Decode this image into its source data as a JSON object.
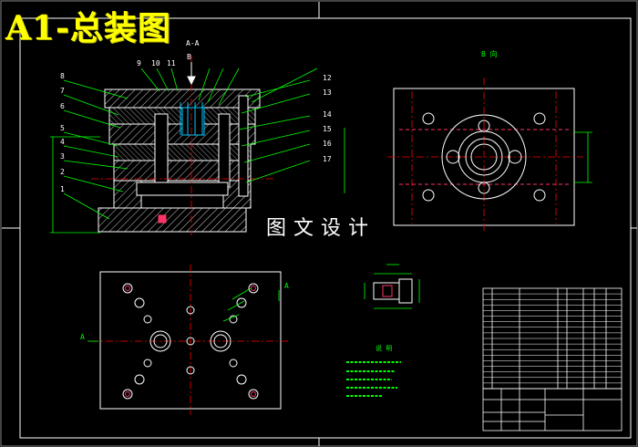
{
  "page_title": "A1-总装图",
  "watermark": "图文设计",
  "section_label_main": "A-A",
  "section_label_b": "B 向",
  "arrow_label_b": "B",
  "view_labels": {
    "a_left": "A",
    "a_right": "A"
  },
  "top_part_numbers": [
    "9",
    "10",
    "11"
  ],
  "left_part_numbers": [
    "8",
    "7",
    "6",
    "5",
    "4",
    "3",
    "2",
    "1"
  ],
  "right_part_numbers": [
    "12",
    "13",
    "14",
    "15",
    "16",
    "17"
  ],
  "notes_title": "说 明",
  "colors": {
    "frame": "#ffffff",
    "leader": "#00ff00",
    "centerline": "#ff0000",
    "hidden": "#00c8ff",
    "part": "#ffffff",
    "hole": "#ff3366",
    "title": "#ffff00"
  }
}
